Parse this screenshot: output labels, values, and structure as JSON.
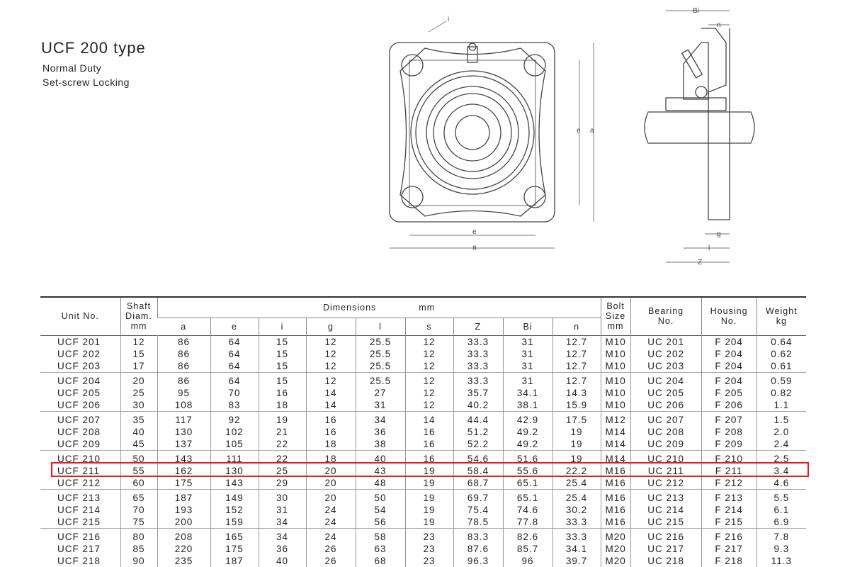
{
  "heading": {
    "title": "UCF 200 type",
    "line1": "Normal Duty",
    "line2": "Set-screw Locking"
  },
  "drawing_labels": {
    "i": "i",
    "e_front": "e",
    "a_front": "a",
    "e_side": "e",
    "a_side": "a",
    "Bi": "Bi",
    "n": "n",
    "g": "g",
    "l": "l",
    "Z": "Z"
  },
  "table": {
    "headers": {
      "unit": "Unit No.",
      "shaft1": "Shaft",
      "shaft2": "Diam.",
      "shaft3": "mm",
      "dimensions": "Dimensions",
      "dim_unit": "mm",
      "bolt1": "Bolt",
      "bolt2": "Size",
      "bolt3": "mm",
      "bearing1": "Bearing",
      "bearing2": "No.",
      "housing1": "Housing",
      "housing2": "No.",
      "weight1": "Weight",
      "weight2": "kg",
      "sub": [
        "a",
        "e",
        "i",
        "g",
        "l",
        "s",
        "Z",
        "Bi",
        "n"
      ]
    },
    "highlight_color": "#e02020",
    "highlighted_unit": "UCF 211",
    "rows": [
      [
        "UCF 201",
        "12",
        "86",
        "64",
        "15",
        "12",
        "25.5",
        "12",
        "33.3",
        "31",
        "12.7",
        "M10",
        "UC 201",
        "F 204",
        "0.64"
      ],
      [
        "UCF 202",
        "15",
        "86",
        "64",
        "15",
        "12",
        "25.5",
        "12",
        "33.3",
        "31",
        "12.7",
        "M10",
        "UC 202",
        "F 204",
        "0.62"
      ],
      [
        "UCF 203",
        "17",
        "86",
        "64",
        "15",
        "12",
        "25.5",
        "12",
        "33.3",
        "31",
        "12.7",
        "M10",
        "UC 203",
        "F 204",
        "0.61"
      ],
      [
        "UCF 204",
        "20",
        "86",
        "64",
        "15",
        "12",
        "25.5",
        "12",
        "33.3",
        "31",
        "12.7",
        "M10",
        "UC 204",
        "F 204",
        "0.59"
      ],
      [
        "UCF 205",
        "25",
        "95",
        "70",
        "16",
        "14",
        "27",
        "12",
        "35.7",
        "34.1",
        "14.3",
        "M10",
        "UC 205",
        "F 205",
        "0.82"
      ],
      [
        "UCF 206",
        "30",
        "108",
        "83",
        "18",
        "14",
        "31",
        "12",
        "40.2",
        "38.1",
        "15.9",
        "M10",
        "UC 206",
        "F 206",
        "1.1"
      ],
      [
        "UCF 207",
        "35",
        "117",
        "92",
        "19",
        "16",
        "34",
        "14",
        "44.4",
        "42.9",
        "17.5",
        "M12",
        "UC 207",
        "F 207",
        "1.5"
      ],
      [
        "UCF 208",
        "40",
        "130",
        "102",
        "21",
        "16",
        "36",
        "16",
        "51.2",
        "49.2",
        "19",
        "M14",
        "UC 208",
        "F 208",
        "2.0"
      ],
      [
        "UCF 209",
        "45",
        "137",
        "105",
        "22",
        "18",
        "38",
        "16",
        "52.2",
        "49.2",
        "19",
        "M14",
        "UC 209",
        "F 209",
        "2.4"
      ],
      [
        "UCF 210",
        "50",
        "143",
        "111",
        "22",
        "18",
        "40",
        "16",
        "54.6",
        "51.6",
        "19",
        "M14",
        "UC 210",
        "F 210",
        "2.5"
      ],
      [
        "UCF 211",
        "55",
        "162",
        "130",
        "25",
        "20",
        "43",
        "19",
        "58.4",
        "55.6",
        "22.2",
        "M16",
        "UC 211",
        "F 211",
        "3.4"
      ],
      [
        "UCF 212",
        "60",
        "175",
        "143",
        "29",
        "20",
        "48",
        "19",
        "68.7",
        "65.1",
        "25.4",
        "M16",
        "UC 212",
        "F 212",
        "4.6"
      ],
      [
        "UCF 213",
        "65",
        "187",
        "149",
        "30",
        "20",
        "50",
        "19",
        "69.7",
        "65.1",
        "25.4",
        "M16",
        "UC 213",
        "F 213",
        "5.5"
      ],
      [
        "UCF 214",
        "70",
        "193",
        "152",
        "31",
        "24",
        "54",
        "19",
        "75.4",
        "74.6",
        "30.2",
        "M16",
        "UC 214",
        "F 214",
        "6.1"
      ],
      [
        "UCF 215",
        "75",
        "200",
        "159",
        "34",
        "24",
        "56",
        "19",
        "78.5",
        "77.8",
        "33.3",
        "M16",
        "UC 215",
        "F 215",
        "6.9"
      ],
      [
        "UCF 216",
        "80",
        "208",
        "165",
        "34",
        "24",
        "58",
        "23",
        "83.3",
        "82.6",
        "33.3",
        "M20",
        "UC 216",
        "F 216",
        "7.8"
      ],
      [
        "UCF 217",
        "85",
        "220",
        "175",
        "36",
        "26",
        "63",
        "23",
        "87.6",
        "85.7",
        "34.1",
        "M20",
        "UC 217",
        "F 217",
        "9.3"
      ],
      [
        "UCF 218",
        "90",
        "235",
        "187",
        "40",
        "26",
        "68",
        "23",
        "96.3",
        "96",
        "39.7",
        "M20",
        "UC 218",
        "F 218",
        "11.3"
      ]
    ]
  }
}
